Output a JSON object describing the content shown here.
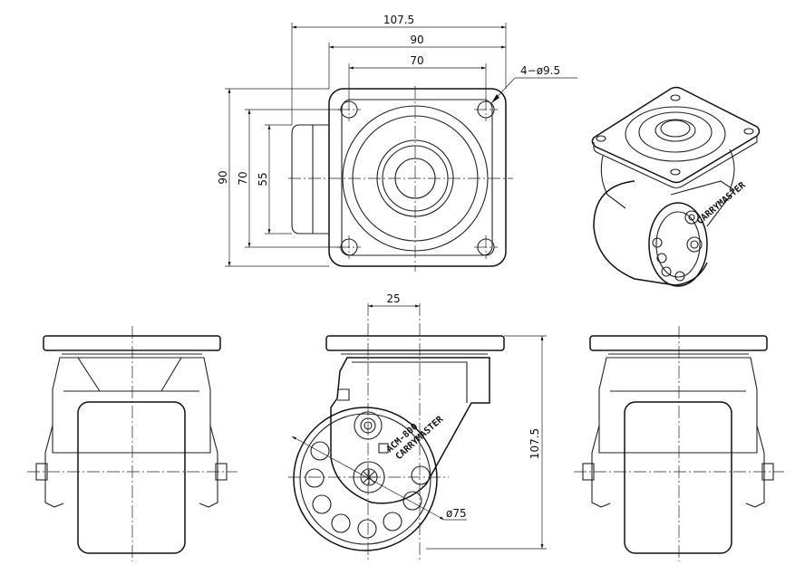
{
  "dimensions": {
    "overall_width": "107.5",
    "plate_width": "90",
    "hole_spacing_x": "70",
    "hole_spec": "4−ø9.5",
    "plate_height": "90",
    "hole_spacing_y": "70",
    "inner_height": "55",
    "offset": "25",
    "overall_height": "107.5",
    "wheel_diameter": "ø75"
  },
  "labels": {
    "model": "ACM-800",
    "brand": "CARRYMASTER"
  },
  "colors": {
    "line": "#222222",
    "background": "#ffffff"
  }
}
